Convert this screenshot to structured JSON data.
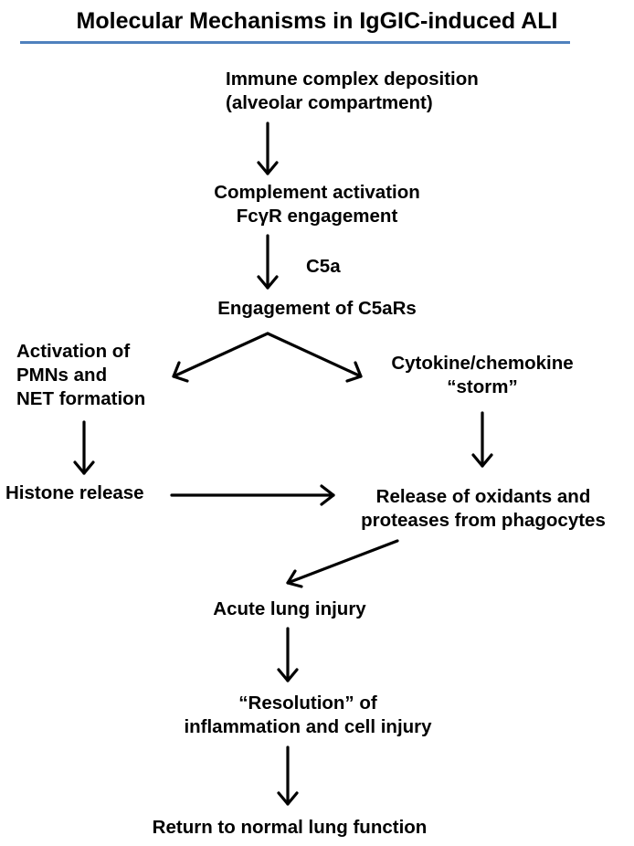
{
  "title": "Molecular Mechanisms in IgGIC-induced ALI",
  "nodes": {
    "immune_complex": [
      "Immune complex deposition",
      "(alveolar compartment)"
    ],
    "complement": [
      "Complement activation",
      "FcγR engagement"
    ],
    "c5a_label": "C5a",
    "c5ar": "Engagement of C5aRs",
    "pmn": [
      "Activation of",
      "PMNs and",
      "NET formation"
    ],
    "cytokine": [
      "Cytokine/chemokine",
      "“storm”"
    ],
    "histone": "Histone release",
    "oxidants": [
      "Release of oxidants and",
      "proteases from phagocytes"
    ],
    "ali": "Acute lung injury",
    "resolution": [
      "“Resolution” of",
      "inflammation and cell injury"
    ],
    "normal": "Return to normal lung function"
  }
}
